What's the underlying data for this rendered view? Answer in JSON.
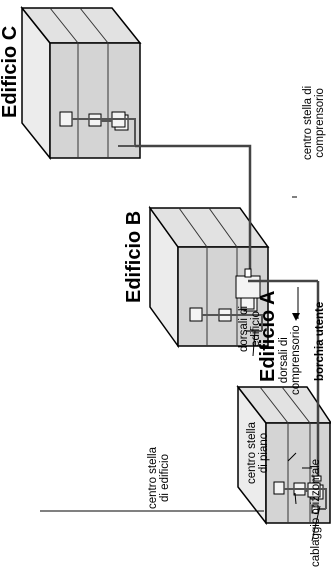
{
  "buildings": {
    "a": {
      "title": "Edificio A"
    },
    "b": {
      "title": "Edificio B"
    },
    "c": {
      "title": "Edificio C"
    }
  },
  "labels": {
    "cablaggio_orizzontale": "cablaggio orizzontale",
    "borchia_utente": "borchia utente",
    "centro_stella_piano": [
      "centro stella",
      "di piano"
    ],
    "centro_stella_edificio": [
      "centro stella",
      "di edificio"
    ],
    "dorsali_edificio": [
      "dorsali di",
      "edificio"
    ],
    "dorsali_comprensorio": [
      "dorsali di",
      "comprensorio"
    ],
    "centro_stella_comprensorio": [
      "centro stella di",
      "comprensorio"
    ]
  },
  "colors": {
    "box_fill": "#d4d4d4",
    "box_side": "#e2e2e2",
    "box_top": "#ececec",
    "line": "#000000",
    "cable": "#555555"
  }
}
